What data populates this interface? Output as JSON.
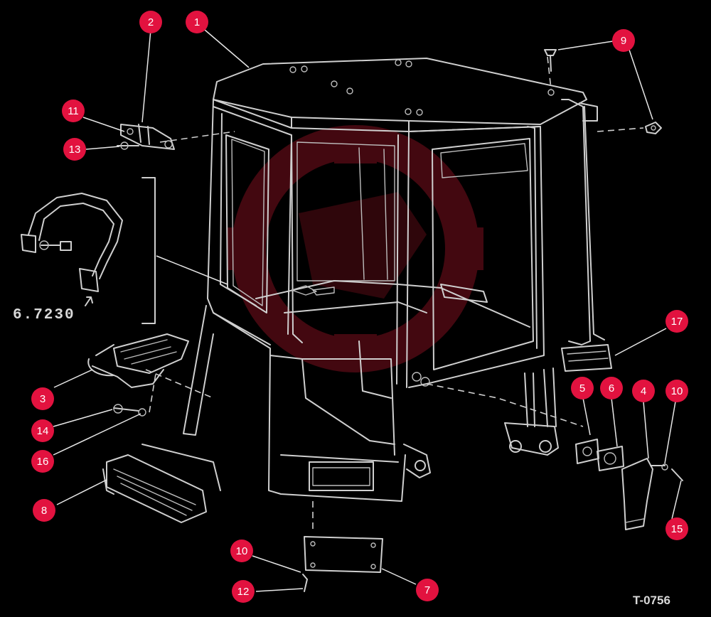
{
  "figure": {
    "code": "T-0756",
    "inset_part_number": "6.7230",
    "callout_color": "#e2123f",
    "line_color": "#cfcfcf",
    "background_color": "#000000",
    "watermark_color": "#7a0f1e"
  },
  "callouts": [
    "1",
    "2",
    "9",
    "11",
    "13",
    "17",
    "5",
    "6",
    "4",
    "10",
    "3",
    "14",
    "16",
    "8",
    "15",
    "10",
    "12",
    "7"
  ]
}
